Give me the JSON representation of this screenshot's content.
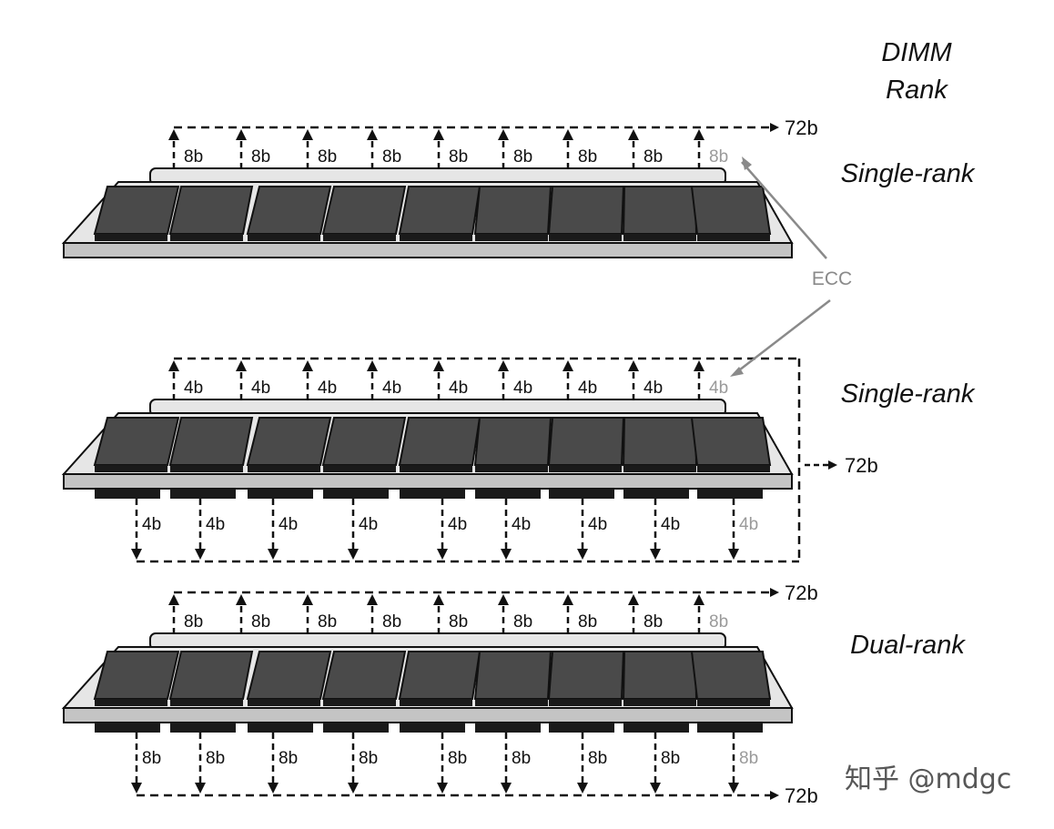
{
  "header": {
    "line1": "DIMM",
    "line2": "Rank"
  },
  "ecc_label": "ECC",
  "watermark": "知乎 @mdgc",
  "modules": [
    {
      "rank_label": "Single-rank",
      "double_sided": false,
      "top_width": "8b",
      "bottom_width": "",
      "top_bus": "72b",
      "bottom_bus": "",
      "side_bus": ""
    },
    {
      "rank_label": "Single-rank",
      "double_sided": true,
      "top_width": "4b",
      "bottom_width": "4b",
      "top_bus": "",
      "bottom_bus": "",
      "side_bus": "72b"
    },
    {
      "rank_label": "Dual-rank",
      "double_sided": true,
      "top_width": "8b",
      "bottom_width": "8b",
      "top_bus": "72b",
      "bottom_bus": "72b",
      "side_bus": ""
    }
  ],
  "colors": {
    "chip": "#4a4a4a",
    "chip_dark": "#1a1a1a",
    "board": "#e6e6e6",
    "edge": "#c4c4c4",
    "line": "#111111",
    "ecc": "#9a9a9a"
  }
}
